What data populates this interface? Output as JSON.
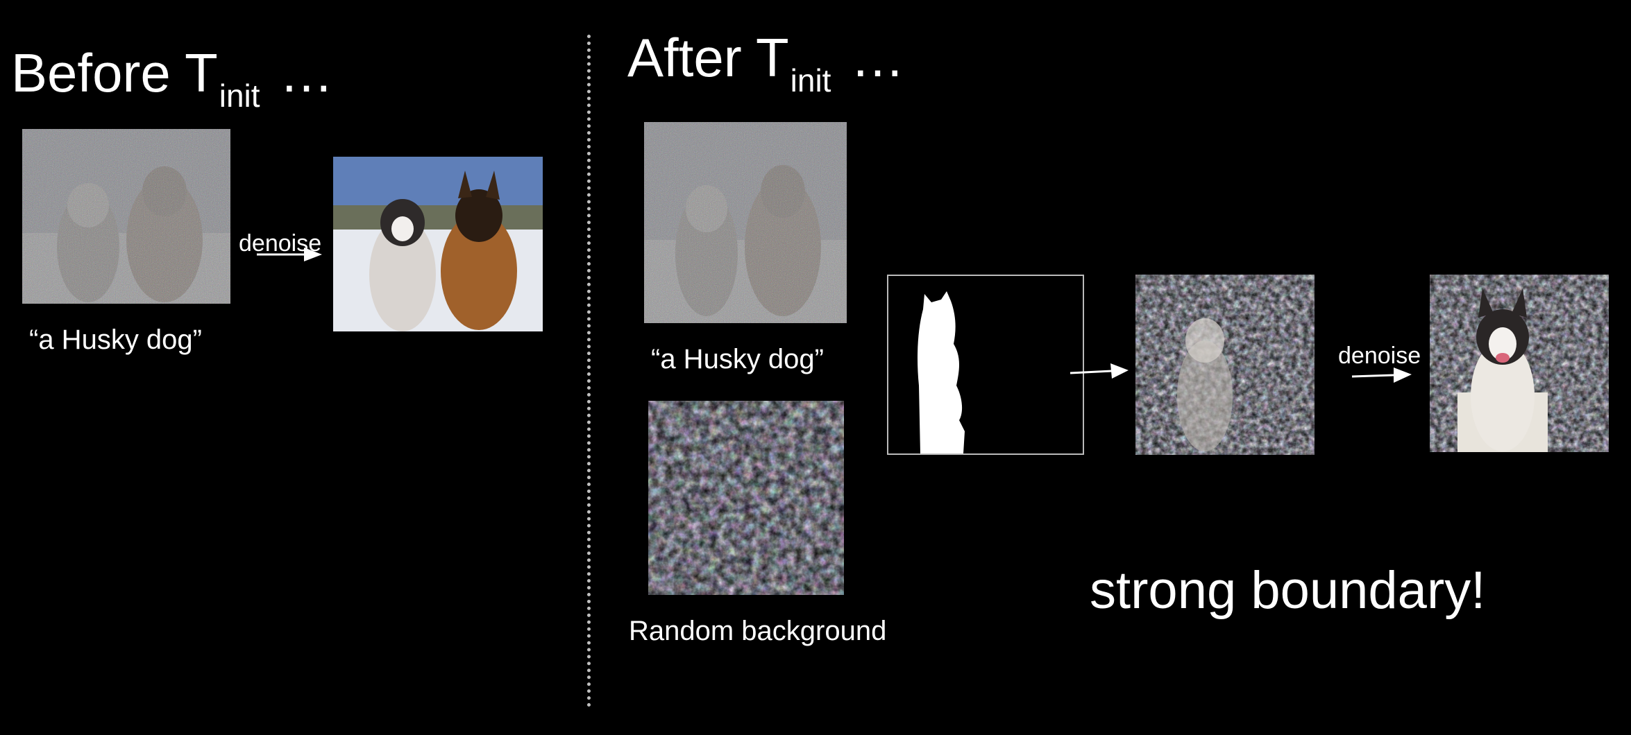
{
  "left": {
    "title_main": "Before T",
    "title_sub": "init",
    "title_dots": "…",
    "prompt": "“a Husky dog”",
    "denoise_label": "denoise"
  },
  "right": {
    "title_main": "After T",
    "title_sub": "init",
    "title_dots": "…",
    "prompt": "“a Husky dog”",
    "background_label": "Random background",
    "denoise_label": "denoise",
    "conclusion": "strong boundary!"
  },
  "images": {
    "noisy_dogs": "noisy image of a husky and a shepherd dog in snow",
    "clean_dogs": "denoised image of a husky and a shepherd dog in snow",
    "random_background": "random noise texture background",
    "mask": "white husky silhouette mask on black",
    "composite": "noisy husky composited on random background",
    "result": "generated husky with random background"
  },
  "colors": {
    "background": "#000000",
    "text": "#ffffff",
    "divider": "#bfbfbf"
  }
}
